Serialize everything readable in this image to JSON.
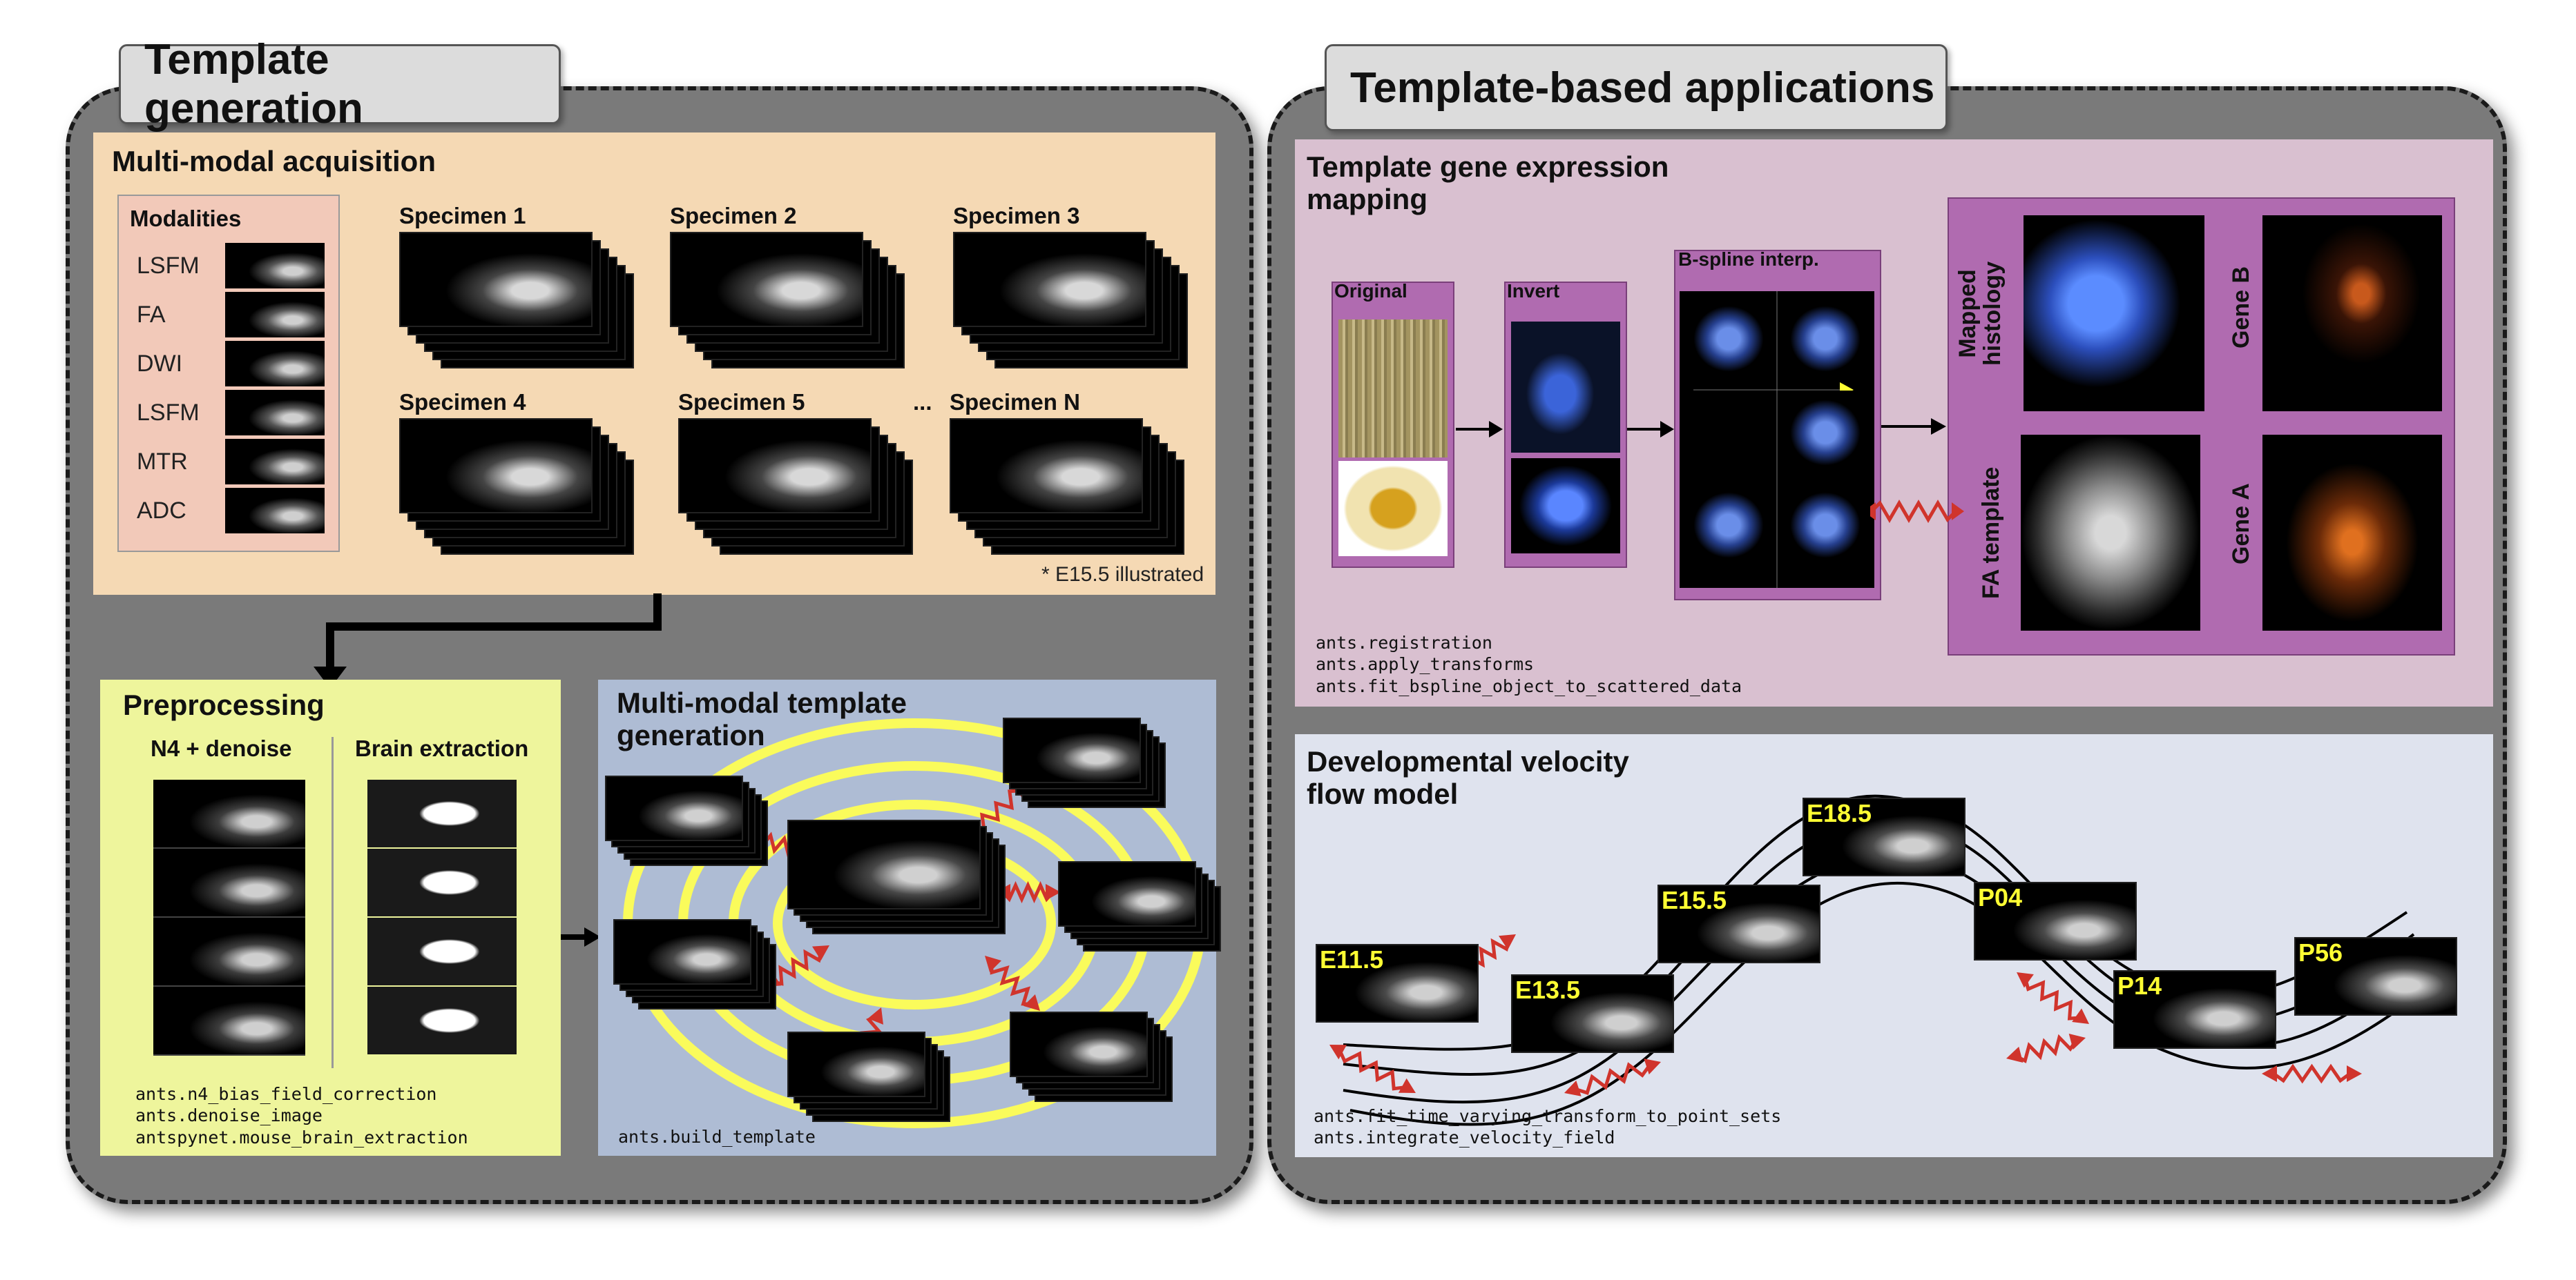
{
  "left_panel": {
    "tab_title": "Template generation",
    "acquisition": {
      "title": "Multi-modal acquisition",
      "modalities_title": "Modalities",
      "modalities": [
        "LSFM",
        "FA",
        "DWI",
        "LSFM",
        "MTR",
        "ADC"
      ],
      "specimens": [
        "Specimen 1",
        "Specimen 2",
        "Specimen 3",
        "Specimen 4",
        "Specimen 5",
        "Specimen N"
      ],
      "ellipsis": "...",
      "footnote": "* E15.5 illustrated"
    },
    "preprocessing": {
      "title": "Preprocessing",
      "col1": "N4 + denoise",
      "col2": "Brain extraction",
      "code": "ants.n4_bias_field_correction\nants.denoise_image\nantspynet.mouse_brain_extraction"
    },
    "template_gen": {
      "title": "Multi-modal template\ngeneration",
      "code": "ants.build_template"
    }
  },
  "right_panel": {
    "tab_title": "Template-based applications",
    "gene_mapping": {
      "title": "Template gene expression\nmapping",
      "original": "Original",
      "invert": "Invert",
      "bspline": "B-spline interp.",
      "mapped_histology": "Mapped\nhistology",
      "gene_b": "Gene B",
      "fa_template": "FA template",
      "gene_a": "Gene A",
      "code": "ants.registration\nants.apply_transforms\nants.fit_bspline_object_to_scattered_data"
    },
    "velocity": {
      "title": "Developmental velocity\nflow model",
      "ages": [
        "E11.5",
        "E13.5",
        "E15.5",
        "E18.5",
        "P04",
        "P14",
        "P56"
      ],
      "code": "ants.fit_time_varying_transform_to_point_sets\nants.integrate_velocity_field"
    }
  },
  "colors": {
    "panel_bg": "#7a7a7a",
    "acquisition_bg": "#f5d9b4",
    "preprocessing_bg": "#eef59c",
    "template_gen_bg": "#aebcd4",
    "gene_mapping_bg": "#d9c0d0",
    "velocity_bg": "#dfe3ee",
    "purple_frame": "#b06bb0",
    "age_label": "#ffff33",
    "wavy_arrow": "#d0342c"
  }
}
